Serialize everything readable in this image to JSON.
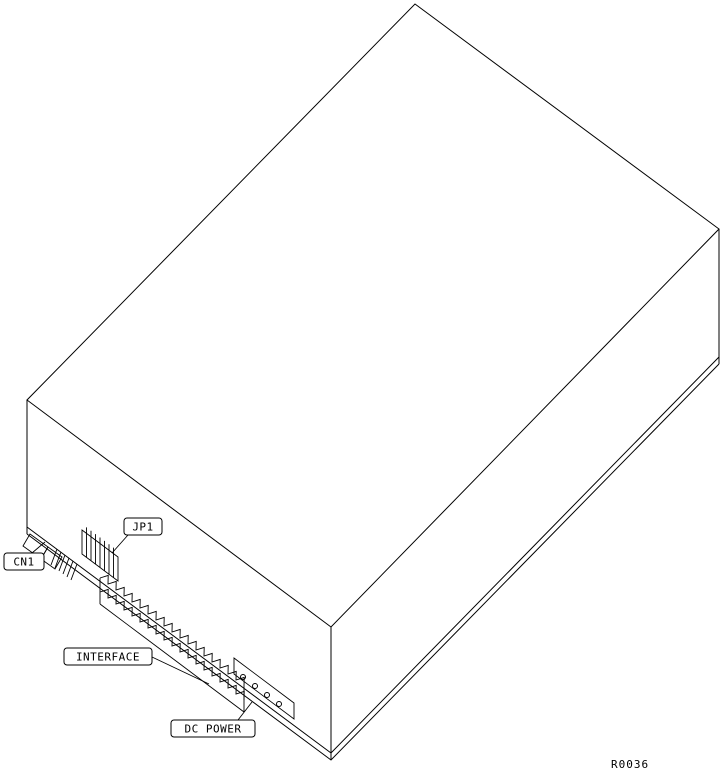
{
  "diagram": {
    "labels": {
      "cn1": "CN1",
      "jp1": "JP1",
      "interface": "INTERFACE",
      "dc_power": "DC POWER"
    },
    "ref_number": "R0036",
    "colors": {
      "line": "#000000",
      "background": "#ffffff"
    }
  }
}
